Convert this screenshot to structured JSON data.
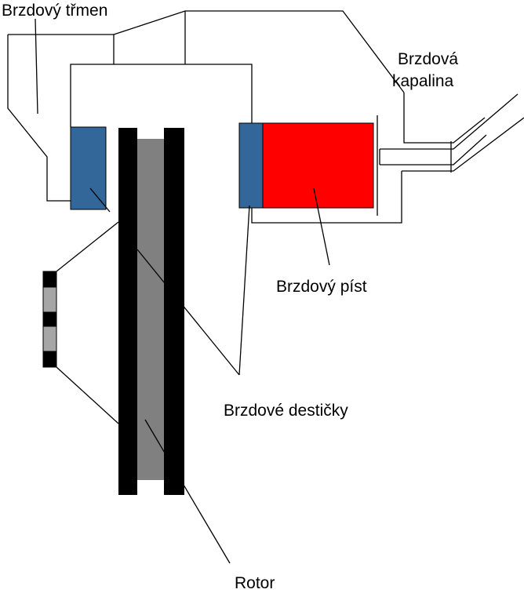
{
  "labels": {
    "caliper": "Brzdový třmen",
    "fluid_line1": "Brzdová",
    "fluid_line2": "kapalina",
    "piston": "Brzdový píst",
    "pads": "Brzdové destičky",
    "rotor": "Rotor"
  },
  "colors": {
    "pad": "#336699",
    "piston": "#ff0000",
    "disc_outer": "#000000",
    "disc_inner": "#808080",
    "detail_light": "#a6a6a6",
    "line": "#000000",
    "background": "#ffffff"
  }
}
